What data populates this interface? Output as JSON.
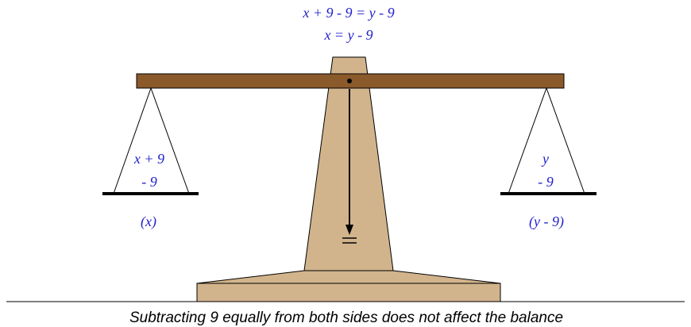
{
  "equations": {
    "line1": "x + 9 - 9 = y - 9",
    "line2": "x = y - 9"
  },
  "left_pan": {
    "line1": "x + 9",
    "line2": "- 9",
    "result": "(x)"
  },
  "right_pan": {
    "line1": "y",
    "line2": "- 9",
    "result": "(y - 9)"
  },
  "caption": "Subtracting 9 equally from both sides does not affect the balance",
  "colors": {
    "beam": "#8b5a2b",
    "stand": "#d2b48c",
    "label_text": "#2222cc"
  }
}
